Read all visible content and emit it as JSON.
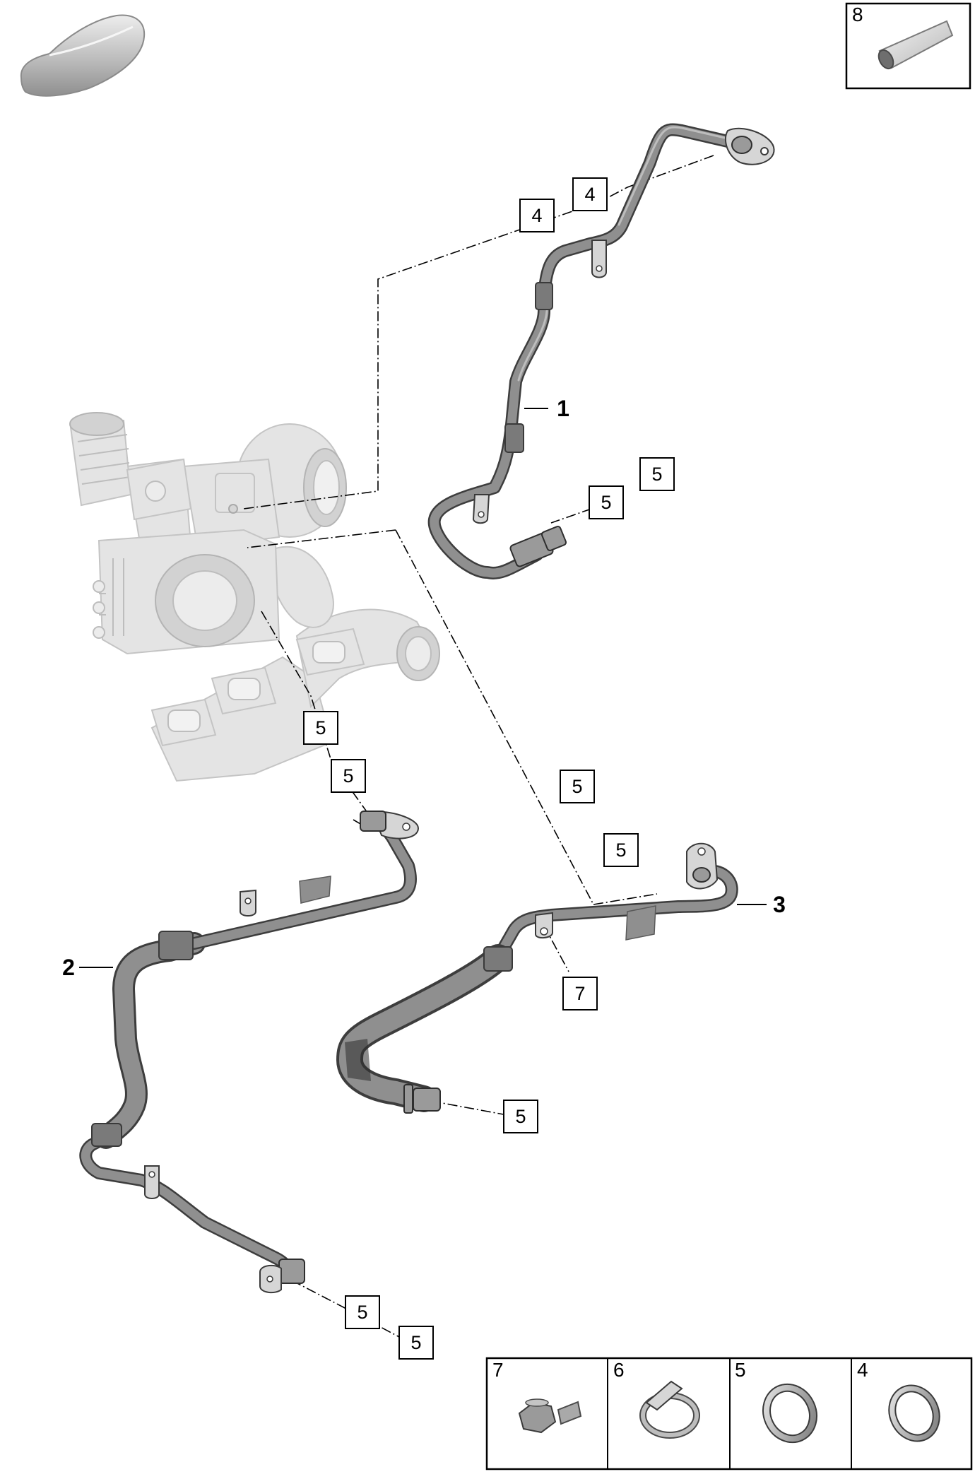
{
  "part_labels": {
    "p1": "1",
    "p2": "2",
    "p3": "3"
  },
  "callouts": {
    "c4a": "4",
    "c4b": "4",
    "c5a": "5",
    "c5b": "5",
    "c5c": "5",
    "c5d": "5",
    "c5e": "5",
    "c5f": "5",
    "c5g": "5",
    "c5h": "5",
    "c5i": "5",
    "c7": "7"
  },
  "legend": {
    "top_right": {
      "number": "8",
      "icon": "sealant-tube-icon"
    },
    "bottom": [
      {
        "number": "7",
        "icon": "bolt-icon"
      },
      {
        "number": "6",
        "icon": "hose-clamp-icon"
      },
      {
        "number": "5",
        "icon": "o-ring-icon"
      },
      {
        "number": "4",
        "icon": "o-ring-icon"
      }
    ]
  },
  "icons": [
    "vehicle-silhouette-icon",
    "turbocharger-illustration"
  ]
}
